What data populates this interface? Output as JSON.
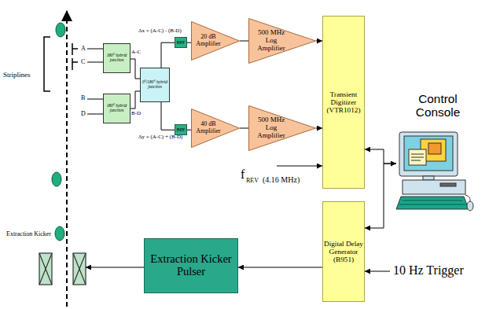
{
  "diagram": {
    "nodes": [
      {
        "text": [
          "180° hybrid junction"
        ]
      },
      {
        "text": [
          "180° hybrid junction"
        ]
      },
      {
        "text": [
          "0°/180° hybrid junction"
        ]
      },
      {
        "text": [
          "BPF"
        ]
      },
      {
        "text": [
          "BPF"
        ]
      },
      {
        "text": [
          "20 dB Amplifier"
        ]
      },
      {
        "text": [
          "40 dB Amplifier"
        ]
      },
      {
        "text": [
          "500 MHz Log Amplifier"
        ]
      },
      {
        "text": [
          "500 MHz Log Amplifier"
        ]
      },
      {
        "text": [
          "Transient Digitizer (VTR1012)"
        ]
      },
      {
        "text": [
          "Control Console"
        ]
      },
      {
        "text": [
          "Digital Delay Generator (B951)"
        ]
      },
      {
        "text": [
          "Extraction Kicker Pulser"
        ]
      },
      {
        "text": [
          "Extraction Kicker"
        ]
      }
    ],
    "edges": [
      {
        "from": 0,
        "to": 2,
        "label": "A-C",
        "arrow": "none"
      },
      {
        "from": 1,
        "to": 2,
        "label": "B-D",
        "arrow": "none"
      },
      {
        "from": 2,
        "to": 3,
        "arrow": "none"
      },
      {
        "from": 2,
        "to": 4,
        "arrow": "none"
      },
      {
        "from": 3,
        "to": 5,
        "arrow": "none"
      },
      {
        "from": 4,
        "to": 6,
        "arrow": "none"
      },
      {
        "from": 5,
        "to": 7,
        "arrow": "none"
      },
      {
        "from": 6,
        "to": 8,
        "arrow": "none"
      },
      {
        "from": 7,
        "to": 9,
        "arrow": "to"
      },
      {
        "from": 8,
        "to": 9,
        "arrow": "to"
      },
      {
        "from": 10,
        "to": 9,
        "arrow": "both"
      },
      {
        "from": 10,
        "to": 11,
        "arrow": "to"
      },
      {
        "from": 11,
        "to": 12,
        "arrow": "to"
      },
      {
        "from": 12,
        "to": 13,
        "arrow": "to"
      }
    ],
    "labels": [
      "A",
      "C",
      "B",
      "D",
      "Striplines",
      "Δx = (A-C) - (B-D)",
      "Δy = (A-C) + (B-D)",
      "f",
      "REV",
      "(4.16 MHz)",
      "10 Hz Trigger"
    ]
  }
}
